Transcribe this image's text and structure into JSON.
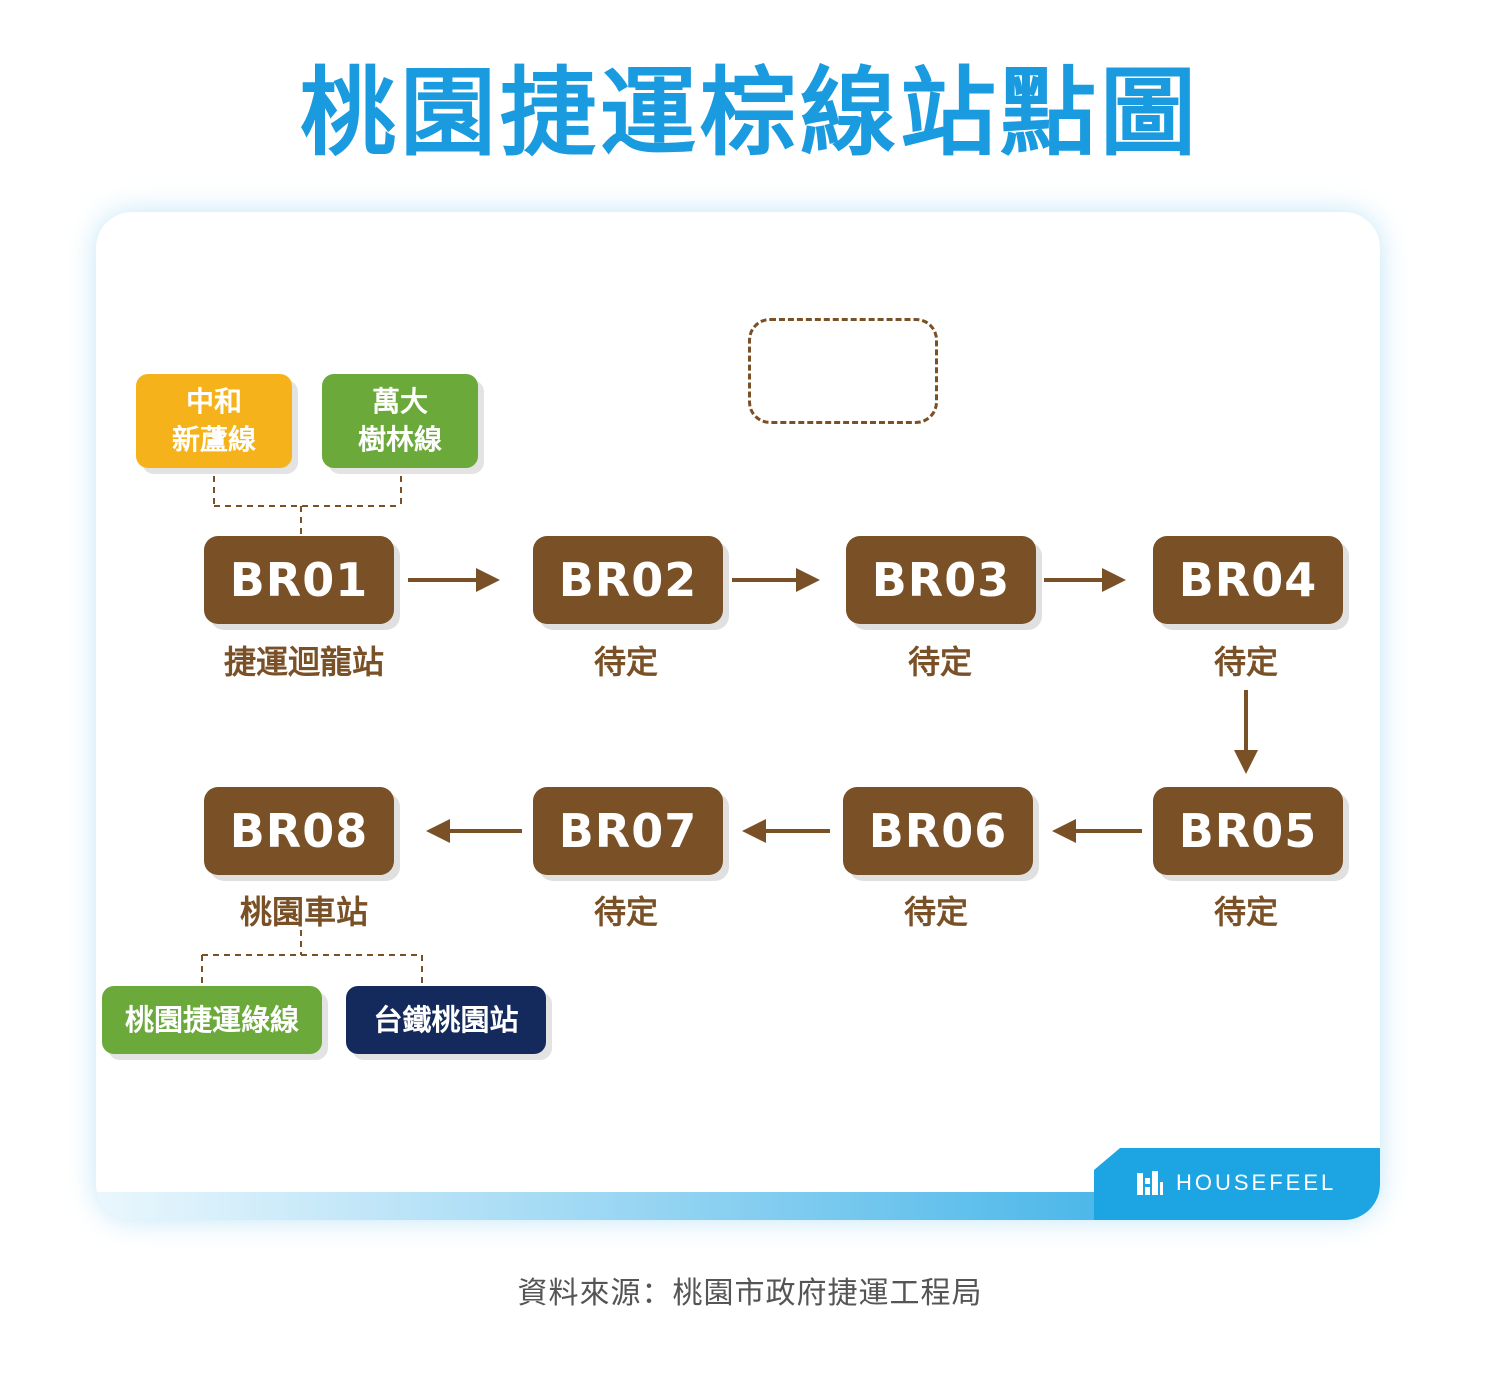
{
  "header": {
    "title": "桃園捷運棕線站點圖"
  },
  "diagram": {
    "top_transfers": [
      {
        "lines": [
          "中和",
          "新蘆線"
        ],
        "color": "#f5b21a"
      },
      {
        "lines": [
          "萬大",
          "樹林線"
        ],
        "color": "#6aa93a"
      }
    ],
    "stations": [
      {
        "code": "BR01",
        "label": "捷運迴龍站"
      },
      {
        "code": "BR02",
        "label": "待定"
      },
      {
        "code": "BR03",
        "label": "待定"
      },
      {
        "code": "BR04",
        "label": "待定"
      },
      {
        "code": "BR05",
        "label": "待定"
      },
      {
        "code": "BR06",
        "label": "待定"
      },
      {
        "code": "BR07",
        "label": "待定"
      },
      {
        "code": "BR08",
        "label": "桃園車站"
      }
    ],
    "bottom_transfers": [
      {
        "label": "桃園捷運綠線",
        "color": "#6aa93a"
      },
      {
        "label": "台鐵桃園站",
        "color": "#152a5c"
      }
    ],
    "station_color": "#7a5026"
  },
  "brand": {
    "name": "HOUSEFEEL",
    "color": "#1da5e3"
  },
  "footer": {
    "source": "資料來源：桃園市政府捷運工程局"
  }
}
